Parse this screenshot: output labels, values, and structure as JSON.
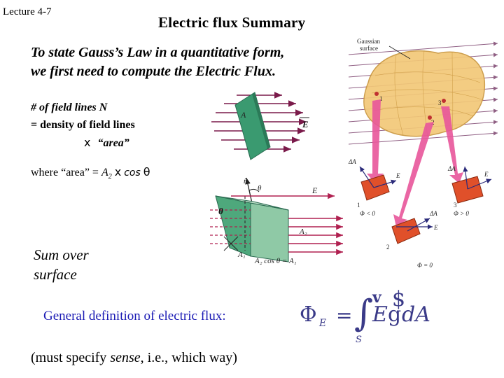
{
  "header": {
    "lecture": "Lecture 4-7",
    "title": "Electric flux Summary"
  },
  "intro": {
    "line1": "To state Gauss’s Law in a quantitative form,",
    "line2": "we first need to compute the Electric Flux."
  },
  "field_lines": {
    "line1": "# of field lines N",
    "line2": "= density of field lines",
    "times": "x",
    "area": "“area”"
  },
  "where": {
    "prefix": "where “area” =",
    "a2": "A",
    "a2_sub": "2",
    "times": "x",
    "cos": "cos",
    "theta": "θ"
  },
  "sum_over": {
    "line1": "Sum over",
    "line2": "surface"
  },
  "general_definition": "General definition of electric flux:",
  "must_specify": {
    "before": "(must specify ",
    "emph": "sense",
    "after": ", i.e., which way)"
  },
  "figure_top": {
    "a_label": "A",
    "e_label": "E"
  },
  "figure_middle": {
    "n_label": "n̂",
    "theta_small": "θ",
    "theta_big": "θ",
    "e_label": "E",
    "a1_label": "A₁",
    "a2_label": "A₂",
    "equation": "A₂ cos θ = A₁"
  },
  "figure_gauss": {
    "gaussian_surface_line1": "Gaussian",
    "gaussian_surface_line2": "surface",
    "n1": "1",
    "n2": "2",
    "n3": "3",
    "da": "ΔA",
    "e": "E",
    "phi_neg": "Φ < 0",
    "phi_pos": "Φ > 0",
    "phi_zero": "Φ = 0"
  },
  "formula": {
    "phi": "Φ",
    "sub_e": "E",
    "equals": "=",
    "integral": "∫",
    "sub_s": "S",
    "e_var": "E",
    "dot_glyph": "g",
    "v_glyph": "v",
    "dollar_glyph": "$",
    "da": "dA"
  },
  "colors": {
    "title_text": "#000000",
    "definition_text": "#1a1ab4",
    "field_line": "#7a1a4a",
    "plane_green": "#3a9a70",
    "gauss_surface": "#f2c878",
    "pink_arrow": "#e8559a",
    "patch_orange": "#e0502a"
  }
}
